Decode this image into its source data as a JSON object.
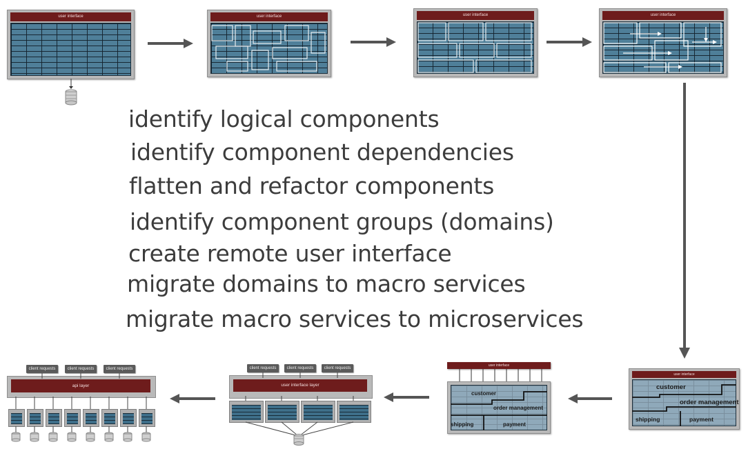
{
  "thumbnails": {
    "ui_label": "user interface",
    "customer": "customer",
    "order_management": "order management",
    "shipping": "shipping",
    "payment": "payment",
    "client_requests": "client requests",
    "user_interface_layer": "user interface layer",
    "api_layer": "api layer"
  },
  "steps": [
    "identify logical components",
    "identify component dependencies",
    "flatten and refactor components",
    "identify component groups (domains)",
    "create remote user interface",
    "migrate domains to macro services",
    "migrate macro services to microservices"
  ],
  "colors": {
    "ui_bar": "#6e1c1c",
    "module_blue": "#4f7f99",
    "arrow": "#555555",
    "text": "#3c3c3c"
  }
}
